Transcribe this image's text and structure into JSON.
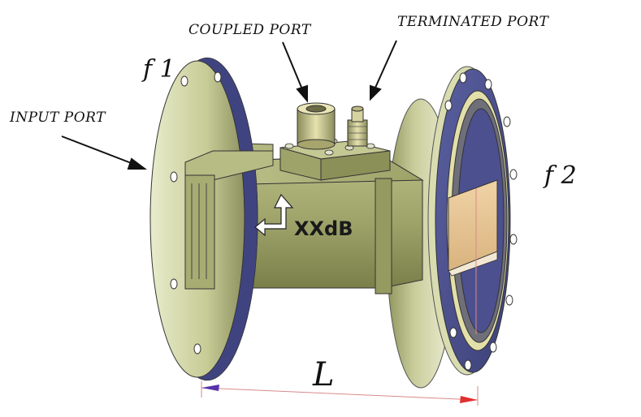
{
  "labels": {
    "coupled_port": "COUPLED PORT",
    "terminated_port": "TERMINATED PORT",
    "input_port": "INPUT PORT",
    "flange_1": "f 1",
    "flange_2": "f 2",
    "coupling": "XXdB",
    "length": "L"
  },
  "colors": {
    "flange_face": "#4a4f8a",
    "flange_rim": "#c9cd9b",
    "body": "#9ea36a",
    "body_shadow": "#6f7443",
    "aperture": "#e6c79a",
    "dimension_line": "#d98a8a",
    "arrow_left": "#5533aa",
    "arrow_right": "#e03030"
  }
}
